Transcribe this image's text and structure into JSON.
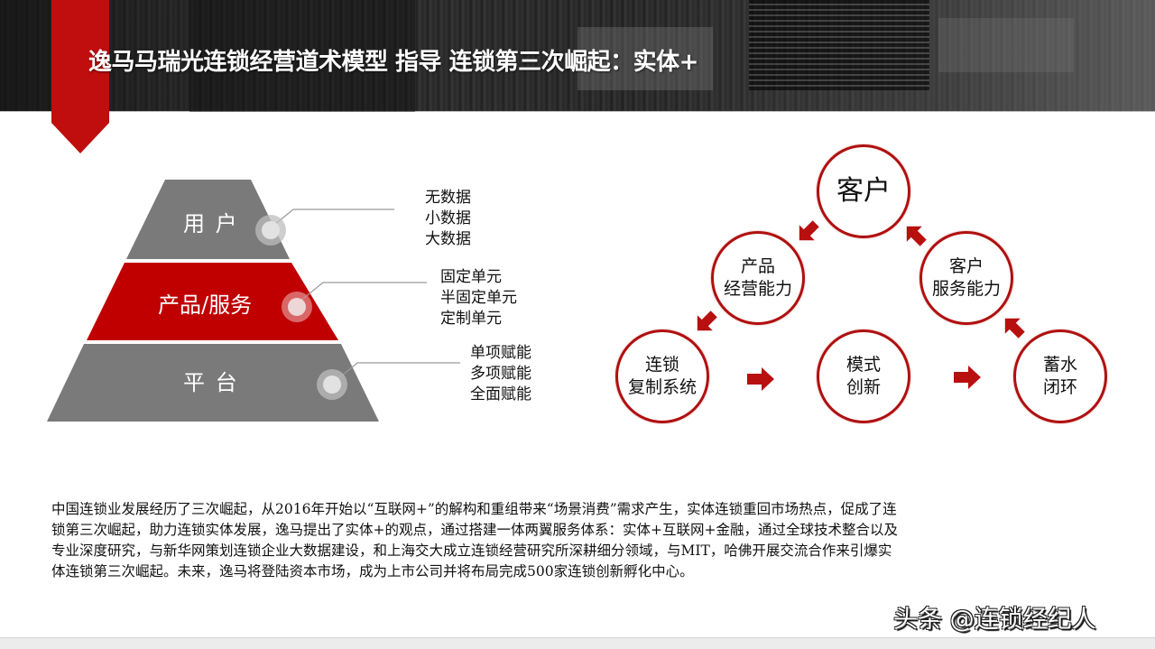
{
  "header": {
    "title": "逸马马瑞光连锁经营道术模型 指导 连锁第三次崛起：实体+",
    "accent_color": "#c00d0d"
  },
  "pyramid": {
    "tiers": [
      {
        "label": "用  户",
        "color": "#7a7a7a",
        "items": [
          "无数据",
          "小数据",
          "大数据"
        ]
      },
      {
        "label": "产品/服务",
        "color": "#c00000",
        "items": [
          "固定单元",
          "半固定单元",
          "定制单元"
        ]
      },
      {
        "label": "平  台",
        "color": "#7a7a7a",
        "items": [
          "单项赋能",
          "多项赋能",
          "全面赋能"
        ]
      }
    ]
  },
  "cycle": {
    "border_color": "#b01010",
    "nodes": {
      "customer": {
        "lines": [
          "客户"
        ]
      },
      "product_ops": {
        "lines": [
          "产品",
          "经营能力"
        ]
      },
      "customer_service": {
        "lines": [
          "客户",
          "服务能力"
        ]
      },
      "chain_replication": {
        "lines": [
          "连锁",
          "复制系统"
        ]
      },
      "model_innovation": {
        "lines": [
          "模式",
          "创新"
        ]
      },
      "reservoir_loop": {
        "lines": [
          "蓄水",
          "闭环"
        ]
      }
    },
    "arrows": [
      {
        "from": "customer",
        "to": "product_ops",
        "icon": "arrow-down-left-icon"
      },
      {
        "from": "product_ops",
        "to": "chain_replication",
        "icon": "arrow-down-left-icon"
      },
      {
        "from": "chain_replication",
        "to": "model_innovation",
        "icon": "arrow-right-icon"
      },
      {
        "from": "model_innovation",
        "to": "reservoir_loop",
        "icon": "arrow-right-icon"
      },
      {
        "from": "reservoir_loop",
        "to": "customer_service",
        "icon": "arrow-up-left-icon"
      },
      {
        "from": "customer_service",
        "to": "customer",
        "icon": "arrow-up-left-icon"
      }
    ]
  },
  "description": {
    "lines": [
      "中国连锁业发展经历了三次崛起，从2016年开始以“互联网+”的解构和重组带来“场景消费”需求产生，实体连锁重回市场热点，促成了连",
      "锁第三次崛起，助力连锁实体发展，逸马提出了实体+的观点，通过搭建一体两翼服务体系：实体+互联网+金融，通过全球技术整合以及",
      "专业深度研究，与新华网策划连锁企业大数据建设，和上海交大成立连锁经营研究所深耕细分领域，与MIT，哈佛开展交流合作来引爆实",
      "体连锁第三次崛起。未来，逸马将登陆资本市场，成为上市公司并将布局完成500家连锁创新孵化中心。"
    ]
  },
  "watermark": {
    "text": "头条 @连锁经纪人"
  }
}
